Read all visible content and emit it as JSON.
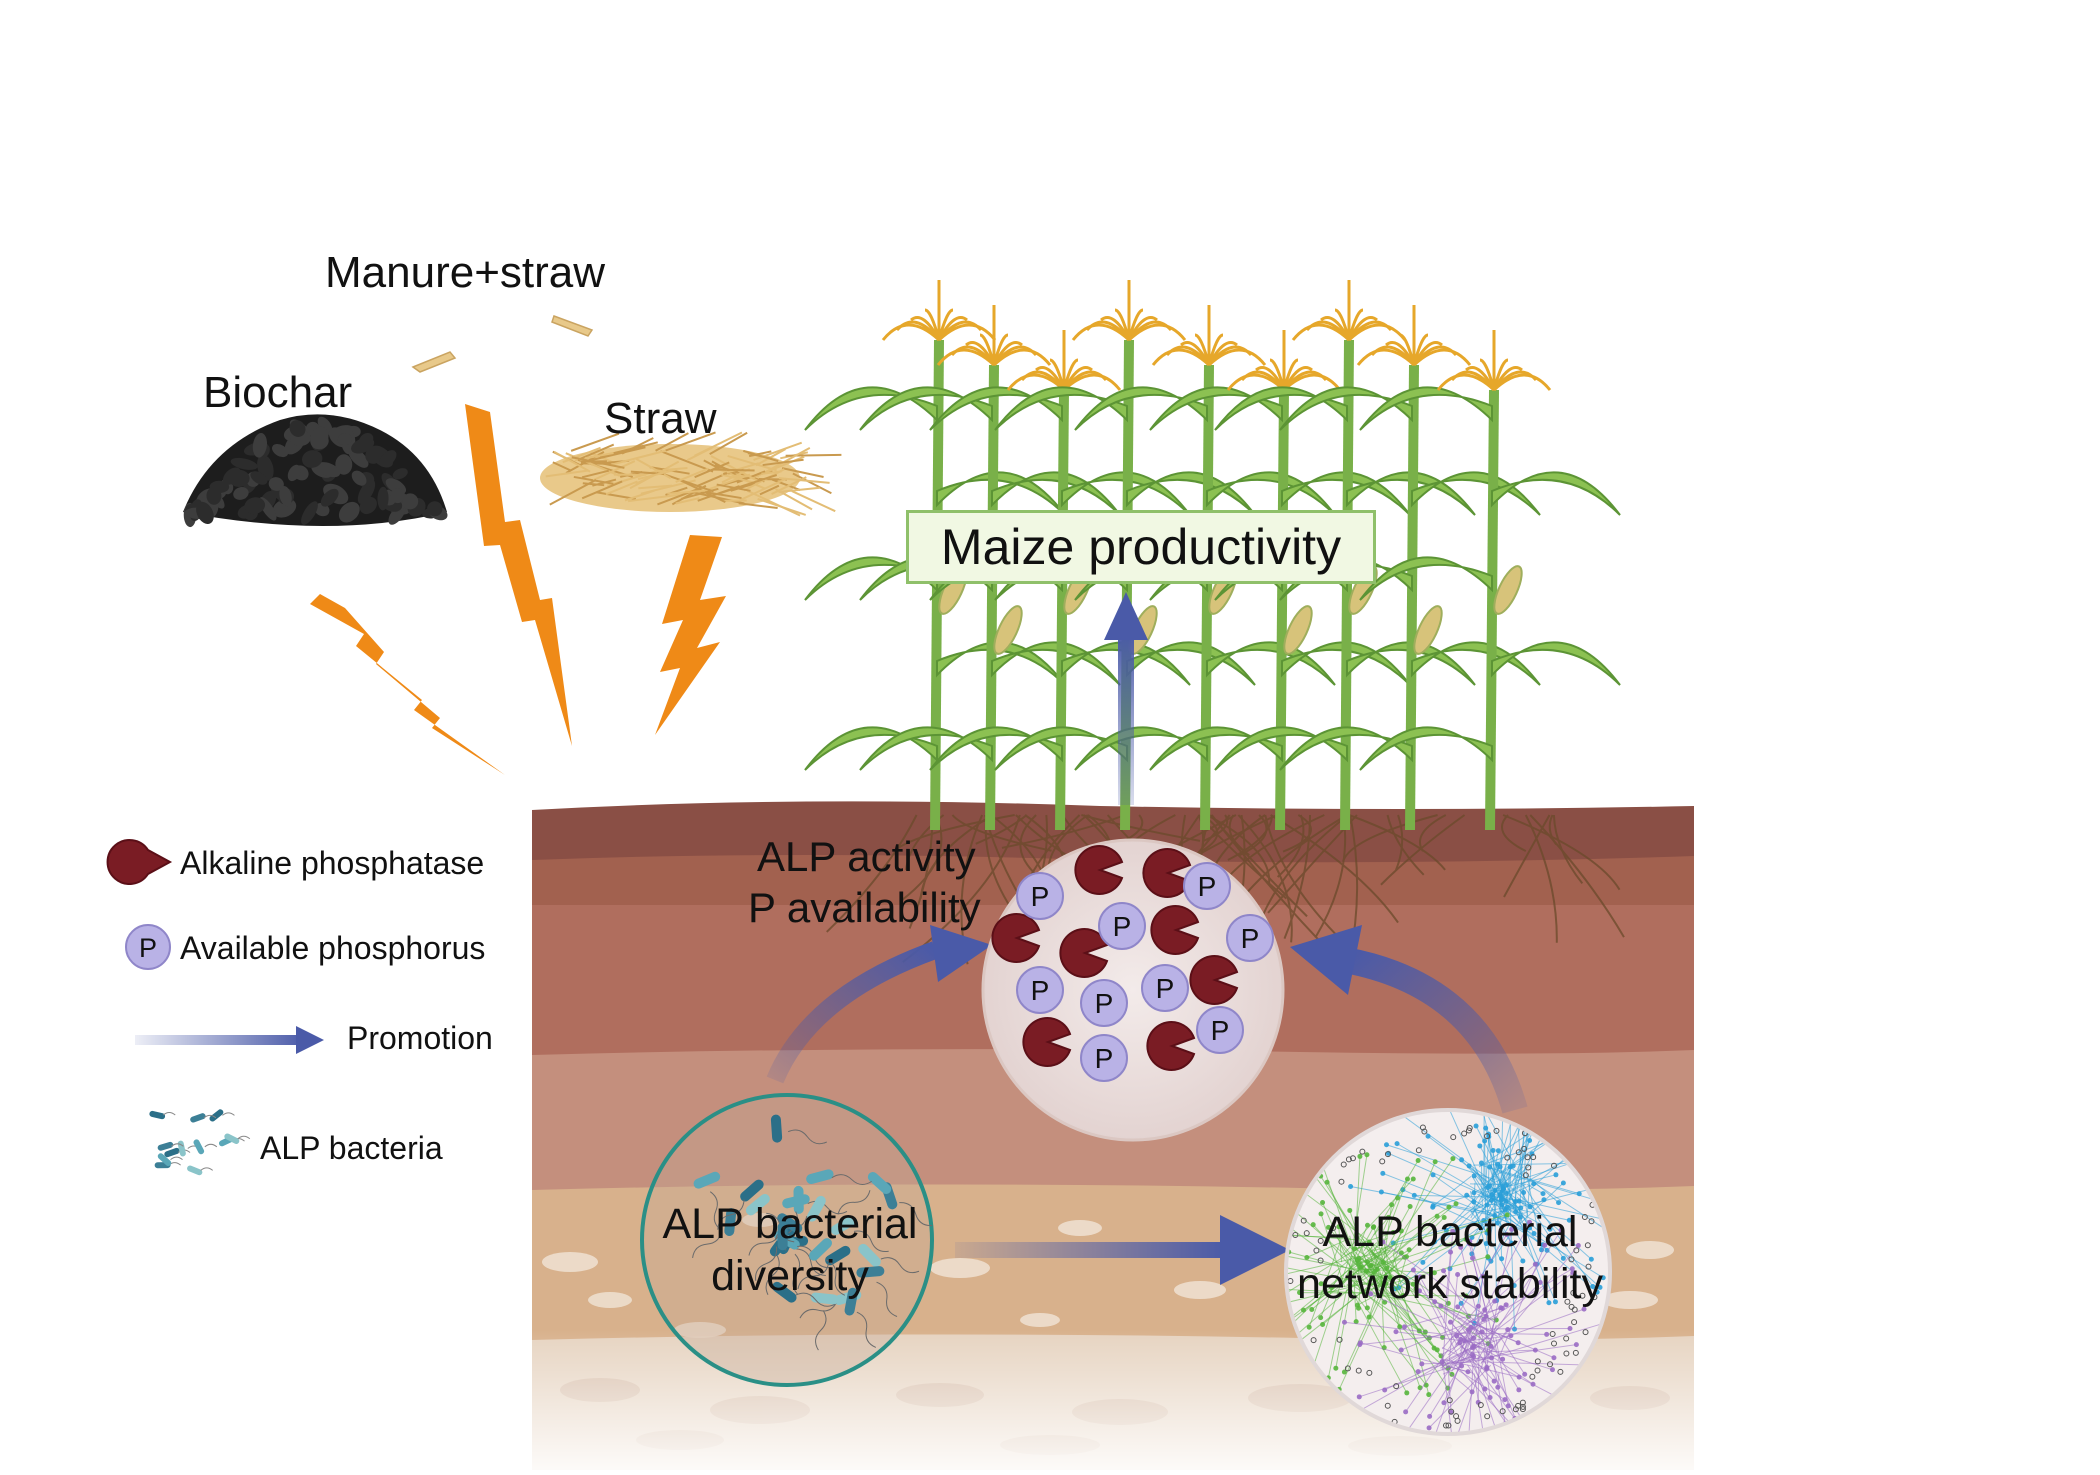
{
  "amendments": {
    "manure_straw": "Manure+straw",
    "biochar": "Biochar",
    "straw": "Straw"
  },
  "outcome": {
    "maize_productivity": "Maize productivity"
  },
  "processes": {
    "alp_activity": "ALP activity",
    "p_availability": "P availability",
    "diversity_line1": "ALP bacterial",
    "diversity_line2": "diversity",
    "network_line1": "ALP bacterial",
    "network_line2": "network stability"
  },
  "legend": {
    "alkaline_phosphatase": "Alkaline phosphatase",
    "available_phosphorus": "Available phosphorus",
    "promotion": "Promotion",
    "alp_bacteria": "ALP bacteria",
    "p_symbol": "P"
  },
  "colors": {
    "lightning": "#ef8a17",
    "arrow": "#4a5aa8",
    "enzyme": "#7a1c24",
    "phosphorus": "#b9b2e6",
    "plant": "#6fa843",
    "tassel": "#e6a72a",
    "soil_top": "#8a4f45",
    "soil_mid": "#b7786a",
    "soil_low": "#d9b089",
    "network_blue": "#2a9fd8",
    "network_green": "#56b53c",
    "network_purple": "#9a6cc4"
  }
}
